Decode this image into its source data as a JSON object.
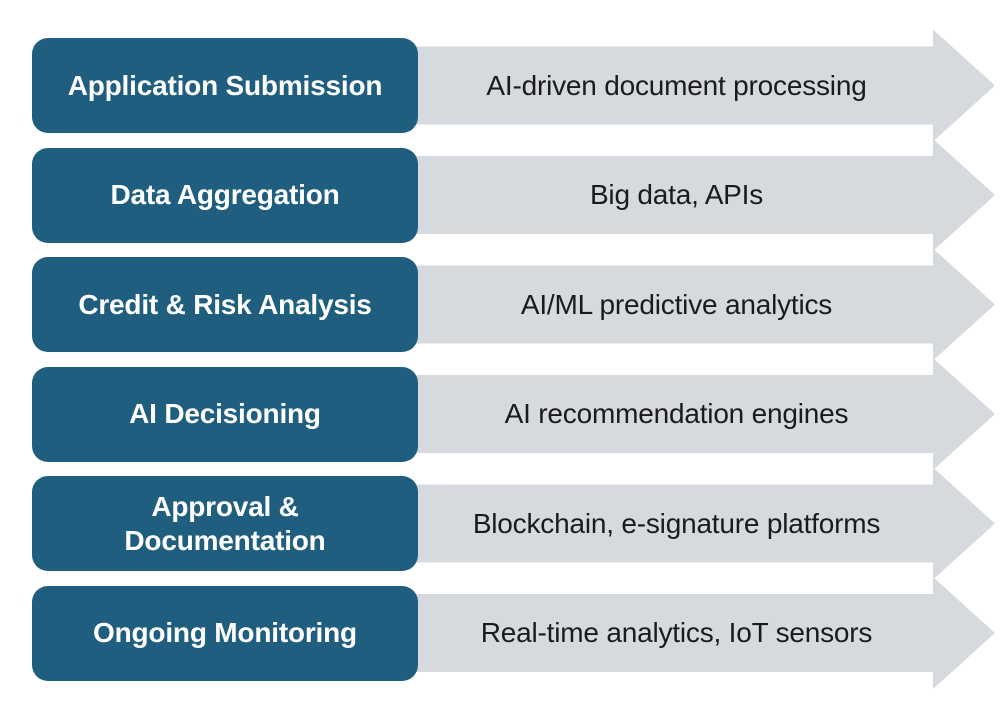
{
  "diagram": {
    "type": "process-flow",
    "colors": {
      "stage_fill": "#1f5e7e",
      "stage_text": "#ffffff",
      "arrow_fill": "#d6d9dd",
      "arrow_text": "#1b1b1b",
      "page_bg": "#ffffff"
    },
    "rows": [
      {
        "stage": "Application Submission",
        "technology": "AI-driven document processing"
      },
      {
        "stage": "Data Aggregation",
        "technology": "Big data, APIs"
      },
      {
        "stage": "Credit & Risk Analysis",
        "technology": "AI/ML predictive analytics"
      },
      {
        "stage": "AI Decisioning",
        "technology": "AI recommendation engines"
      },
      {
        "stage": "Approval &\nDocumentation",
        "technology": "Blockchain, e-signature platforms"
      },
      {
        "stage": "Ongoing Monitoring",
        "technology": "Real-time analytics, IoT sensors"
      }
    ]
  }
}
